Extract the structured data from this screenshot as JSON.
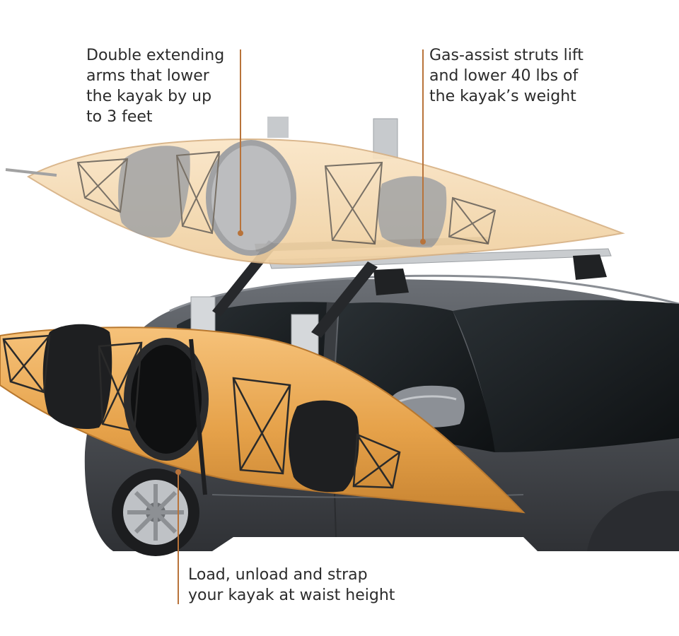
{
  "callouts": {
    "arms": "Double extending\narms that lower\nthe kayak by up\nto 3 feet",
    "struts": "Gas-assist struts lift\nand lower 40 lbs of\nthe kayak’s weight",
    "load": "Load, unload and strap\nyour kayak at waist height"
  },
  "colors": {
    "leader_line": "#b8733a",
    "kayak": "#e8a94f",
    "kayak_ghost": "#f3d8b0",
    "car_body": "#4a4d52",
    "glass": "#15191c",
    "rack": "#c9cccf"
  }
}
